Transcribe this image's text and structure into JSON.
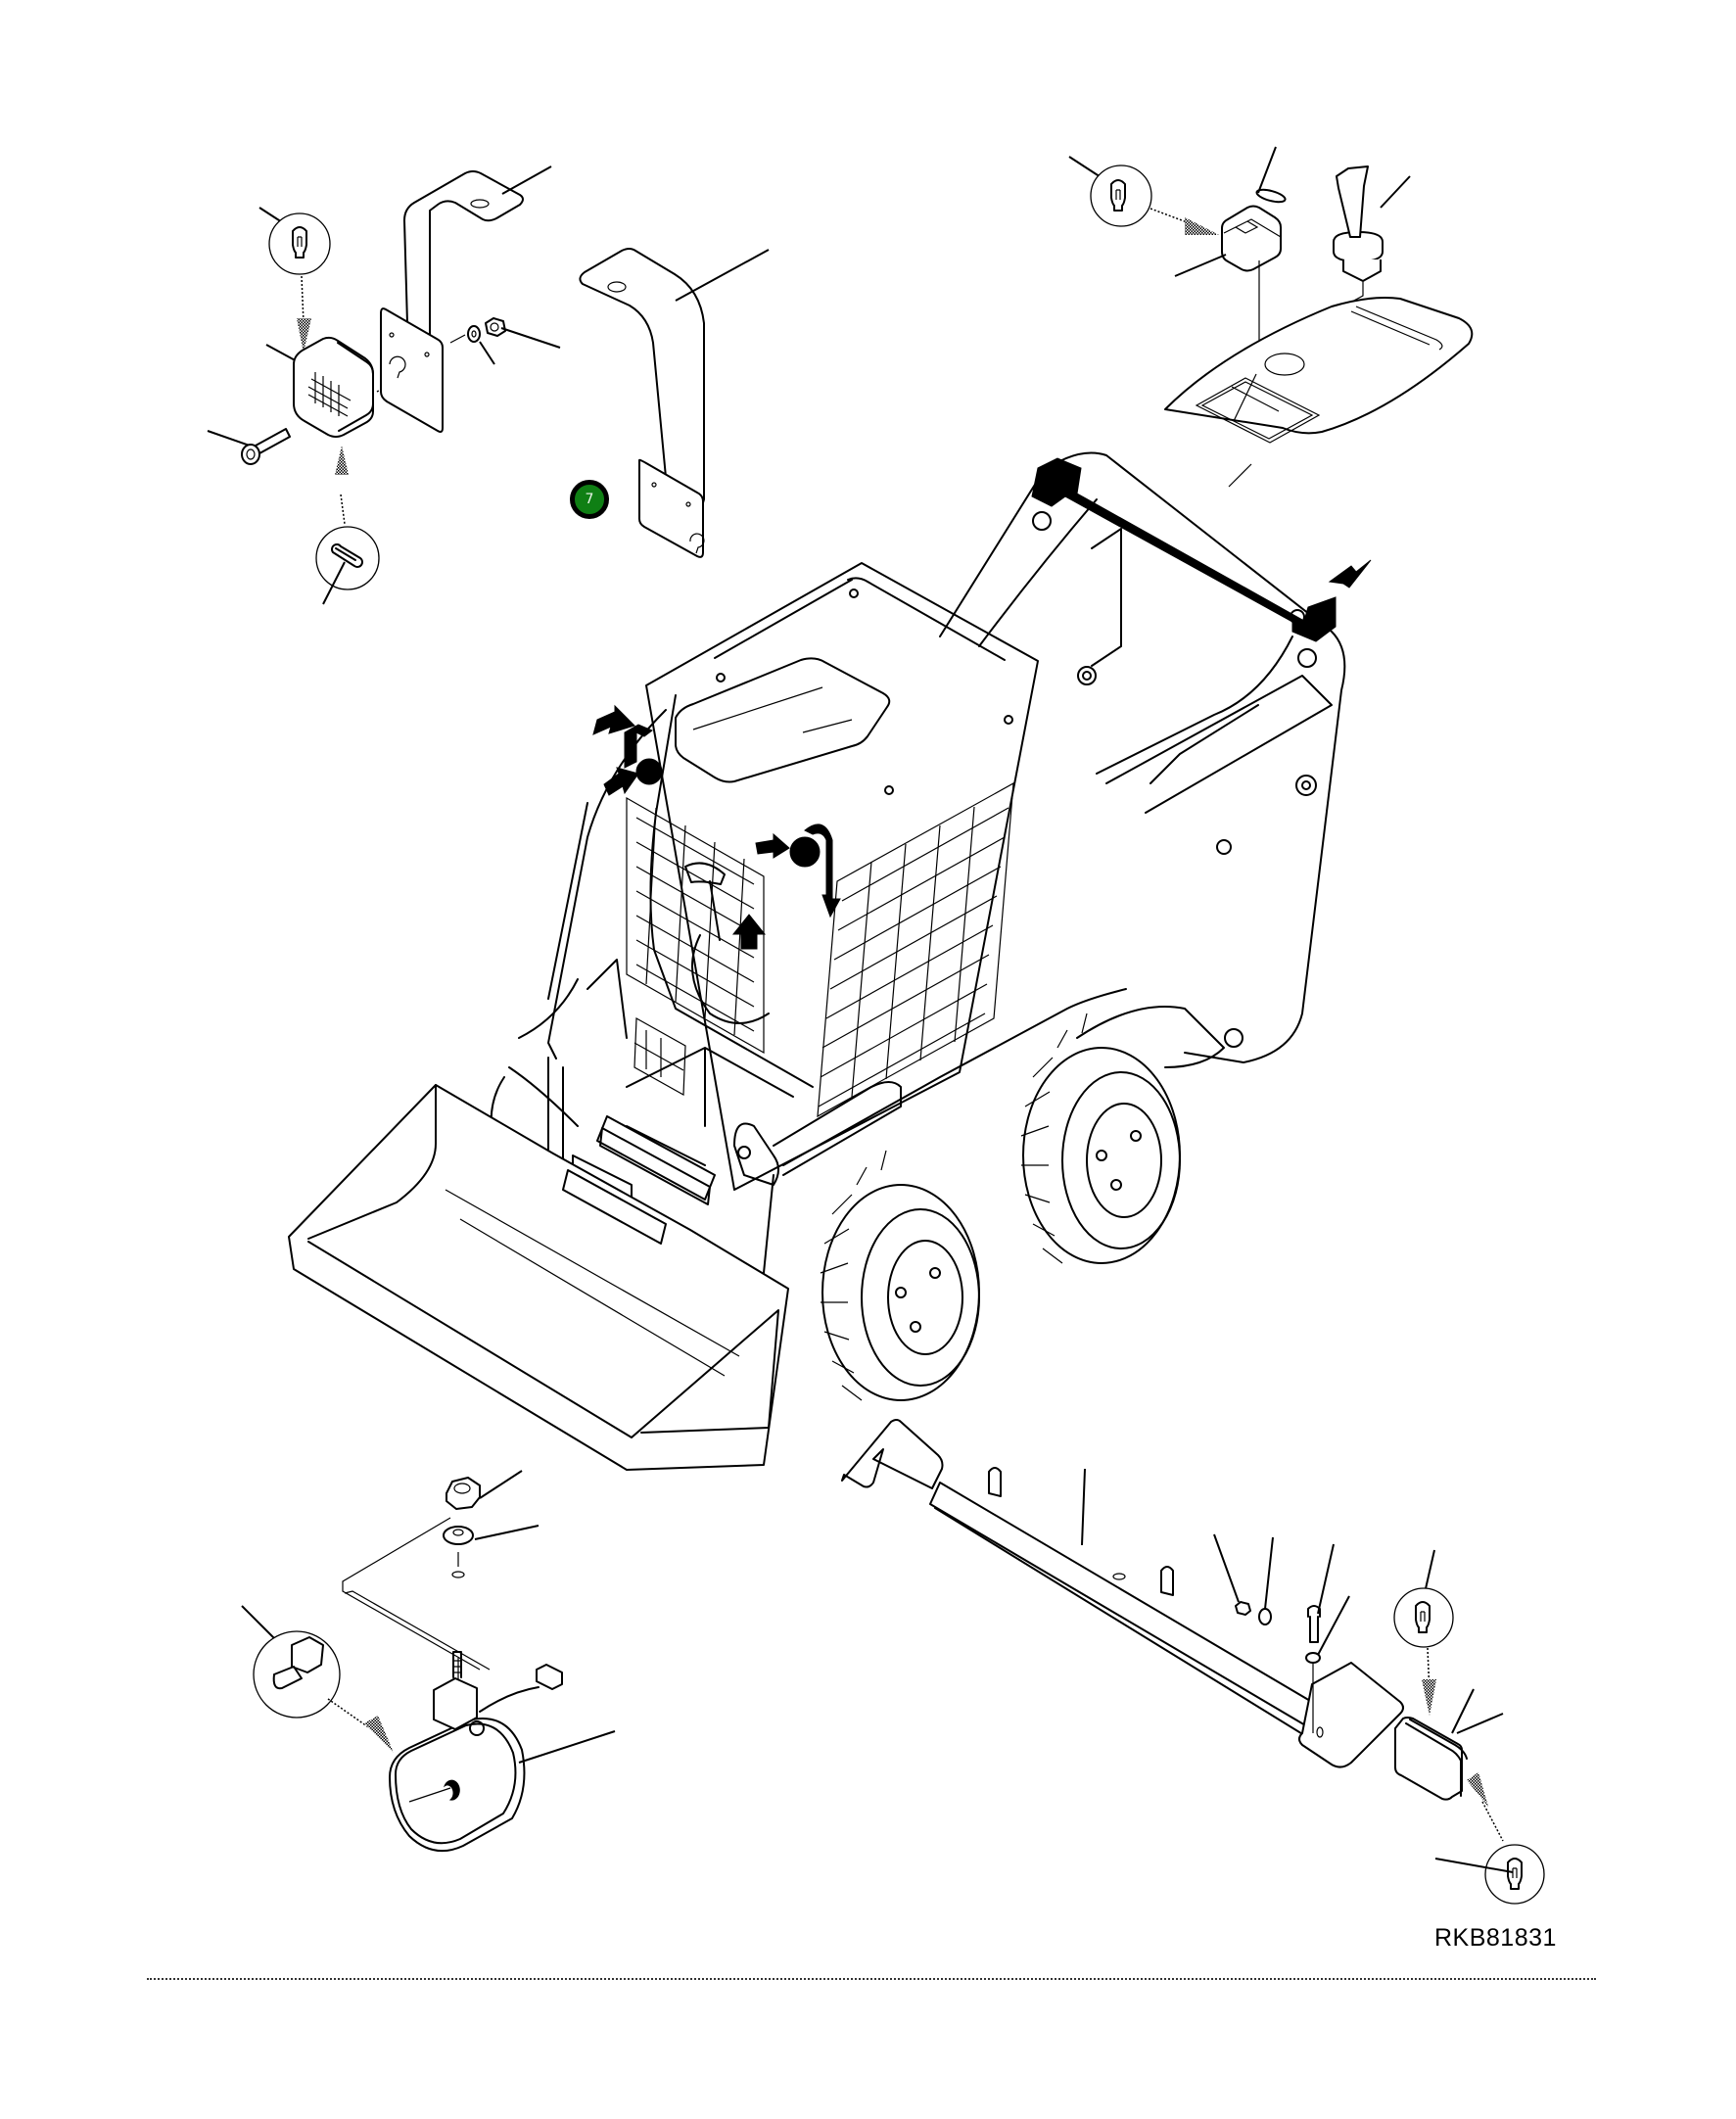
{
  "diagram": {
    "type": "exploded parts illustration",
    "subject": "skid steer loader lighting components",
    "figure_id": "RKB81831",
    "hotspot": {
      "label": "7",
      "color": "#0f7f14"
    },
    "assemblies": [
      {
        "name": "front-left work light with bracket",
        "parts": [
          "bulb",
          "lamp housing",
          "bracket",
          "plate",
          "washer",
          "nut",
          "screw",
          "fuse/socket"
        ]
      },
      {
        "name": "front-right light bracket",
        "parts": [
          "bracket"
        ]
      },
      {
        "name": "cab switch panel",
        "parts": [
          "bulb",
          "rocker switch",
          "lens",
          "key switch",
          "panel"
        ]
      },
      {
        "name": "loader machine overview",
        "parts": [
          "cab",
          "lift arms",
          "cross tube",
          "bucket",
          "tires"
        ]
      },
      {
        "name": "rear work light",
        "parts": [
          "nut",
          "washer",
          "mount plate",
          "connector",
          "lamp"
        ]
      },
      {
        "name": "rear light bar",
        "parts": [
          "bar",
          "nut",
          "washer",
          "bolt",
          "washer",
          "bulb",
          "tail lamp",
          "bulb"
        ]
      }
    ],
    "colors": {
      "line": "#000000",
      "background": "#ffffff",
      "hotspot": "#0f7f14"
    }
  }
}
